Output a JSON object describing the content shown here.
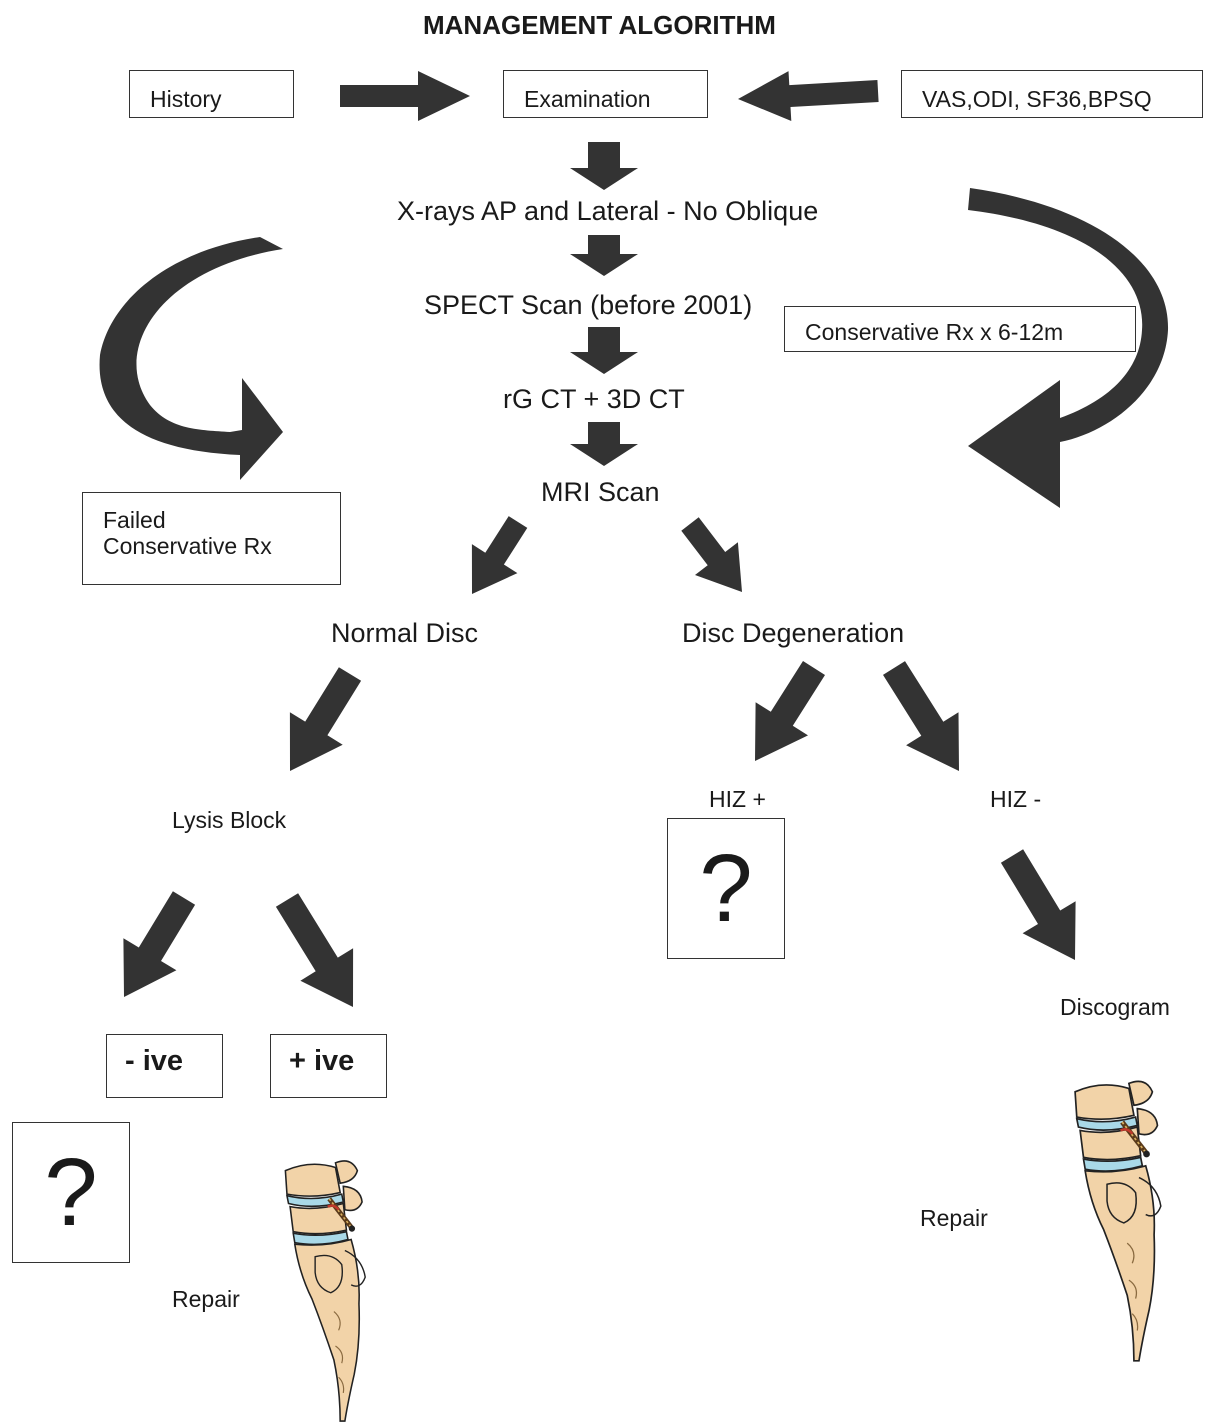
{
  "title": "MANAGEMENT ALGORITHM",
  "inputs": {
    "history": "History",
    "examination": "Examination",
    "scores": "VAS,ODI, SF36,BPSQ"
  },
  "steps": {
    "xrays": "X-rays AP and Lateral - No Oblique",
    "spect": "SPECT Scan (before 2001)",
    "ct": "rG CT + 3D CT",
    "mri": "MRI Scan"
  },
  "conservative": "Conservative Rx x 6-12m",
  "failed_conservative": [
    "Failed",
    "Conservative Rx"
  ],
  "branches": {
    "normal_disc": "Normal Disc",
    "disc_degeneration": "Disc Degeneration",
    "lysis_block": "Lysis Block",
    "negative": "- ive",
    "positive": "+ ive",
    "hiz_positive": "HIZ +",
    "hiz_negative": "HIZ -",
    "discogram": "Discogram",
    "repair_left": "Repair",
    "repair_right": "Repair",
    "unknown": "?"
  },
  "colors": {
    "arrow": "#333333",
    "bone": "#f2d3a8",
    "disc": "#a9d9e8"
  }
}
